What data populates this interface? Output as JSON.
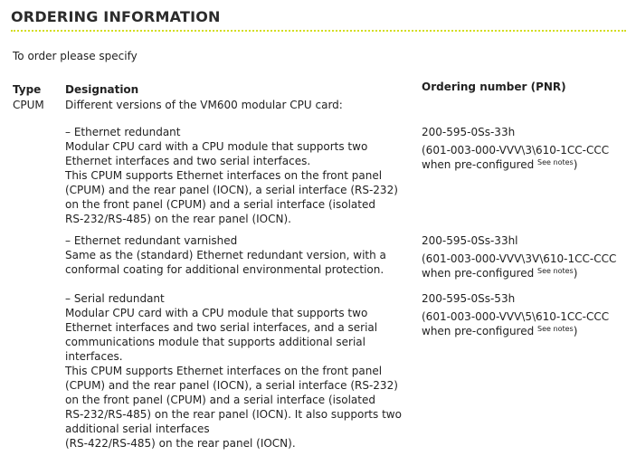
{
  "title": "ORDERING INFORMATION",
  "intro": "To order please specify",
  "headers": {
    "type": "Type",
    "designation": "Designation",
    "ordering": "Ordering number (PNR)"
  },
  "type_value": "CPUM",
  "type_description": "Different versions of the VM600 modular CPU card:",
  "variants": [
    {
      "lines": [
        "– Ethernet redundant",
        "Modular CPU card with a CPU module that supports two",
        "Ethernet interfaces and two serial interfaces.",
        "This CPUM supports Ethernet interfaces on the front panel",
        "(CPUM) and the rear panel (IOCN), a serial interface (RS-232)",
        "on the front panel (CPUM) and a serial interface (isolated",
        "RS-232/RS-485) on the rear panel (IOCN)."
      ],
      "pnr": "200-595-0Ss-33h",
      "preconfig_line1": "(601-003-000-VVV\\3\\610-1CC-CCC",
      "preconfig_line2": "when pre-configured",
      "see_notes": "See notes",
      "close": ")"
    },
    {
      "lines": [
        "– Ethernet redundant varnished",
        "Same as the (standard) Ethernet redundant version, with a",
        "conformal coating for additional environmental protection."
      ],
      "pnr": "200-595-0Ss-33hl",
      "preconfig_line1": "(601-003-000-VVV\\3V\\610-1CC-CCC",
      "preconfig_line2": "when pre-configured",
      "see_notes": "See notes",
      "close": ")"
    },
    {
      "lines": [
        "– Serial redundant",
        "Modular CPU card with a CPU module that supports two",
        "Ethernet interfaces and two serial interfaces, and a serial",
        "communications module that supports additional serial",
        "interfaces.",
        "This CPUM supports Ethernet interfaces on the front panel",
        "(CPUM) and the rear panel (IOCN), a serial interface (RS-232)",
        "on the front panel (CPUM) and a serial interface (isolated",
        "RS-232/RS-485) on the rear panel (IOCN). It also supports two",
        "additional serial interfaces",
        "(RS-422/RS-485) on the rear panel (IOCN)."
      ],
      "pnr": "200-595-0Ss-53h",
      "preconfig_line1": "(601-003-000-VVV\\5\\610-1CC-CCC",
      "preconfig_line2": "when pre-configured",
      "see_notes": "See notes",
      "close": ")"
    }
  ],
  "colors": {
    "dotted_rule": "#d4dd1e"
  }
}
